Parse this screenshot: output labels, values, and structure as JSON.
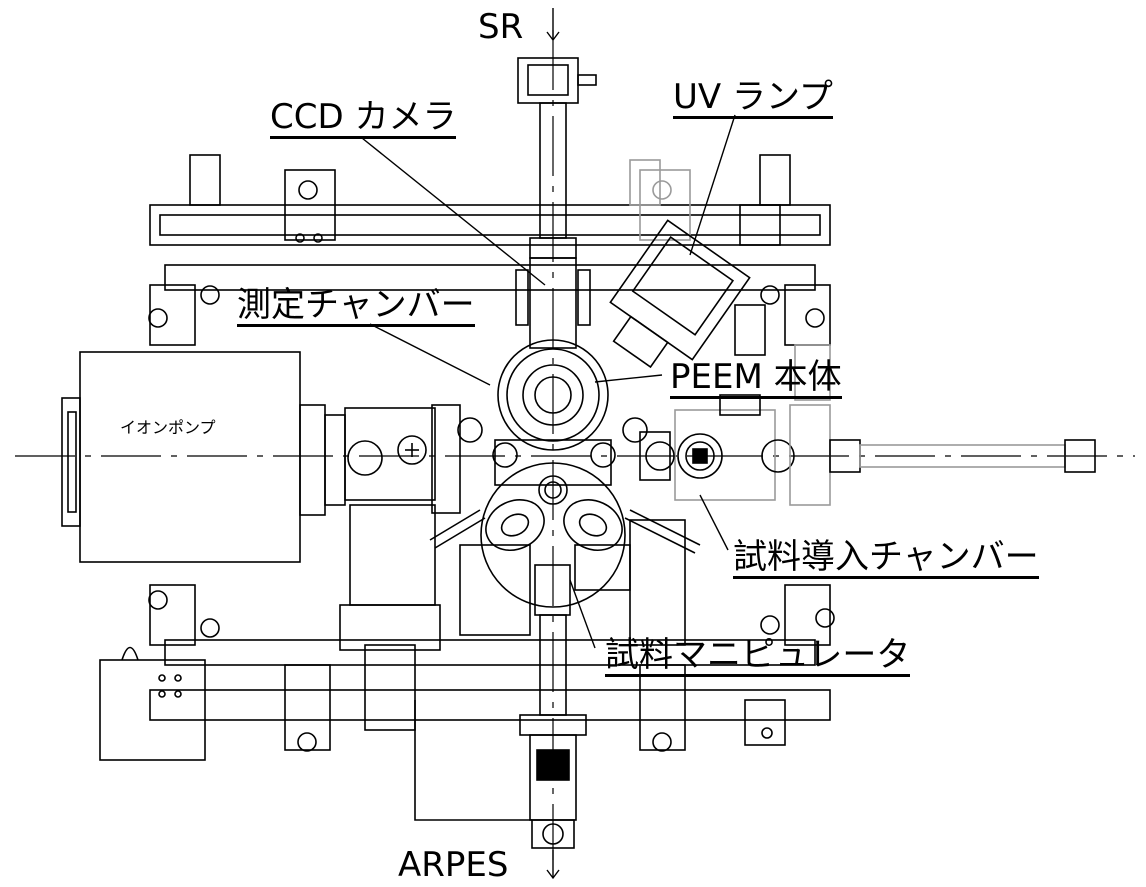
{
  "labels": {
    "sr": "SR",
    "arpes": "ARPES",
    "ccd_camera": "CCD カメラ",
    "uv_lamp": "UV ランプ",
    "measurement_chamber": "測定チャンバー",
    "peem_body": "PEEM 本体",
    "ion_pump": "イオンポンプ",
    "sample_intro_chamber": "試料導入チャンバー",
    "sample_manipulator": "試料マニピュレータ"
  },
  "colors": {
    "line": "#000000",
    "background": "#ffffff",
    "faint": "#9a9a9a"
  }
}
